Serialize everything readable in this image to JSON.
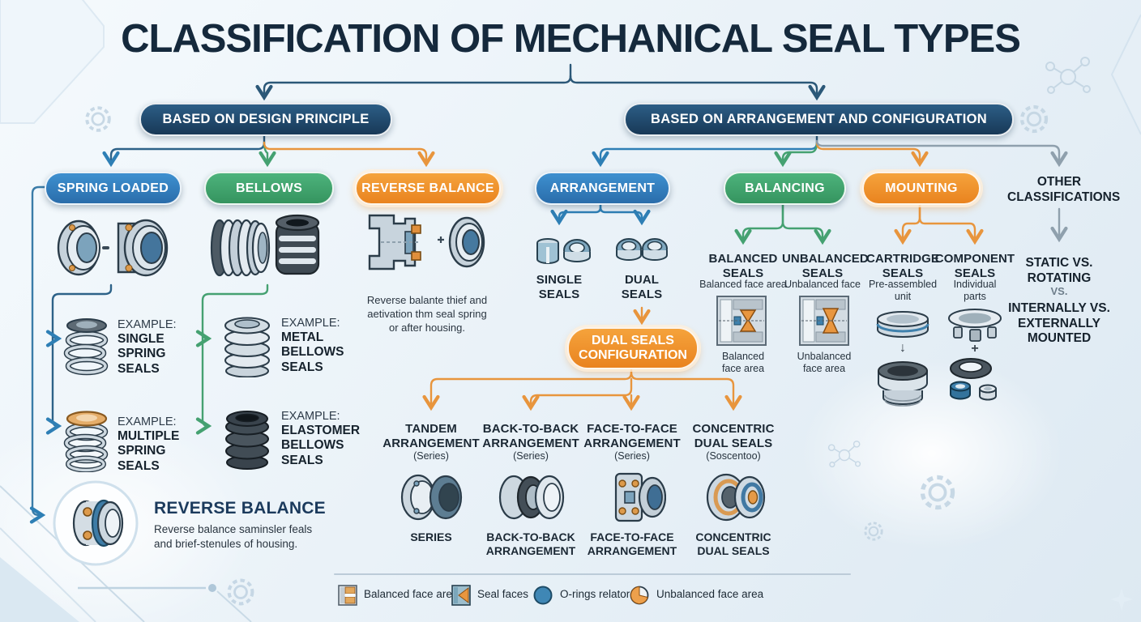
{
  "title": "CLASSIFICATION OF MECHANICAL SEAL TYPES",
  "colors": {
    "navy": "#1d3f5e",
    "blue": "#3385c8",
    "green": "#3fa56d",
    "orange": "#f0922f",
    "gray": "#8fa0ad",
    "background": "#eaf2f8"
  },
  "design_branch": {
    "node": "BASED ON DESIGN PRINCIPLE",
    "spring_loaded": {
      "label": "SPRING LOADED",
      "illustration": "spring-loaded-seal-illustration",
      "examples": [
        {
          "prefix": "EXAMPLE:",
          "name": "SINGLE\nSPRING\nSEALS",
          "icon": "single-spring-icon"
        },
        {
          "prefix": "EXAMPLE:",
          "name": "MULTIPLE\nSPRING\nSEALS",
          "icon": "multiple-spring-icon"
        }
      ]
    },
    "bellows": {
      "label": "BELLOWS",
      "illustration": "bellows-seal-illustration",
      "examples": [
        {
          "prefix": "EXAMPLE:",
          "name": "METAL\nBELLOWS\nSEALS",
          "icon": "metal-bellows-icon"
        },
        {
          "prefix": "EXAMPLE:",
          "name": "ELASTOMER\nBELLOWS\nSEALS",
          "icon": "elastomer-bellows-icon"
        }
      ]
    },
    "reverse_balance": {
      "label": "REVERSE BALANCE",
      "illustration": "reverse-balance-illustration",
      "description": "Reverse balante thief and\naetivation thm seal spring\nor after housing."
    }
  },
  "reverse_balance_callout": {
    "heading": "REVERSE BALANCE",
    "description": "Reverse balance saminsler feals\nand brief-stenules of housing.",
    "icon": "reverse-balance-seal-icon"
  },
  "config_branch": {
    "node": "BASED ON ARRANGEMENT AND CONFIGURATION",
    "arrangement": {
      "label": "ARRANGEMENT",
      "single_label": "SINGLE\nSEALS",
      "dual_label": "DUAL\nSEALS",
      "dual_config_node": "DUAL SEALS\nCONFIGURATION",
      "configs": [
        {
          "title": "TANDEM\nARRANGEMENT",
          "subtitle": "(Series)",
          "caption": "SERIES",
          "icon": "tandem-seal-illustration"
        },
        {
          "title": "BACK-TO-BACK\nARRANGEMENT",
          "subtitle": "(Series)",
          "caption": "BACK-TO-BACK\nARRANGEMENT",
          "icon": "back-to-back-seal-illustration"
        },
        {
          "title": "FACE-TO-FACE\nARRANGEMENT",
          "subtitle": "(Series)",
          "caption": "FACE-TO-FACE\nARRANGEMENT",
          "icon": "face-to-face-seal-illustration"
        },
        {
          "title": "CONCENTRIC\nDUAL SEALS",
          "subtitle": "(Soscentoo)",
          "caption": "CONCENTRIC\nDUAL SEALS",
          "icon": "concentric-seal-illustration"
        }
      ]
    },
    "balancing": {
      "label": "BALANCING",
      "items": [
        {
          "title": "BALANCED\nSEALS",
          "subtitle": "Balanced face area",
          "caption": "Balanced\nface area",
          "icon": "balanced-face-diagram-icon"
        },
        {
          "title": "UNBALANCED\nSEALS",
          "subtitle": "Unbalanced face",
          "caption": "Unbalanced\nface area",
          "icon": "unbalanced-face-diagram-icon"
        }
      ]
    },
    "mounting": {
      "label": "MOUNTING",
      "items": [
        {
          "title": "CARTRIDGE\nSEALS",
          "subtitle": "Pre-assembled\nunit",
          "joiner": "↓",
          "icon": "cartridge-seal-icon"
        },
        {
          "title": "COMPONENT\nSEALS",
          "subtitle": "Individual\nparts",
          "joiner": "+",
          "icon": "component-seal-icon"
        }
      ]
    },
    "other": {
      "label": "OTHER\nCLASSIFICATIONS",
      "items": [
        "STATIC VS.\nROTATING",
        "VS.",
        "INTERNALLY VS.\nEXTERNALLY\nMOUNTED"
      ]
    }
  },
  "legend": {
    "items": [
      {
        "icon": "balanced-face-icon",
        "label": "Balanced face area"
      },
      {
        "icon": "seal-faces-icon",
        "label": "Seal faces"
      },
      {
        "icon": "o-rings-icon",
        "label": "O-rings relator"
      },
      {
        "icon": "unbalanced-face-icon",
        "label": "Unbalanced face area"
      }
    ]
  }
}
